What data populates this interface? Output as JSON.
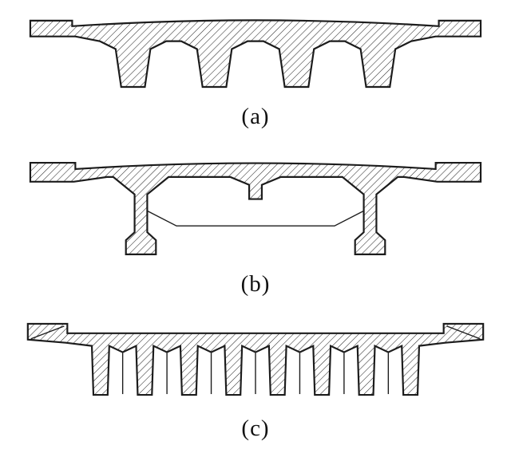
{
  "page": {
    "background_color": "#ffffff",
    "line_color": "#1c1c1c",
    "hatch_color": "#2a2a2a"
  },
  "figures": {
    "a": {
      "label": "(a)"
    },
    "b": {
      "label": "(b)"
    },
    "c": {
      "label": "(c)"
    }
  }
}
